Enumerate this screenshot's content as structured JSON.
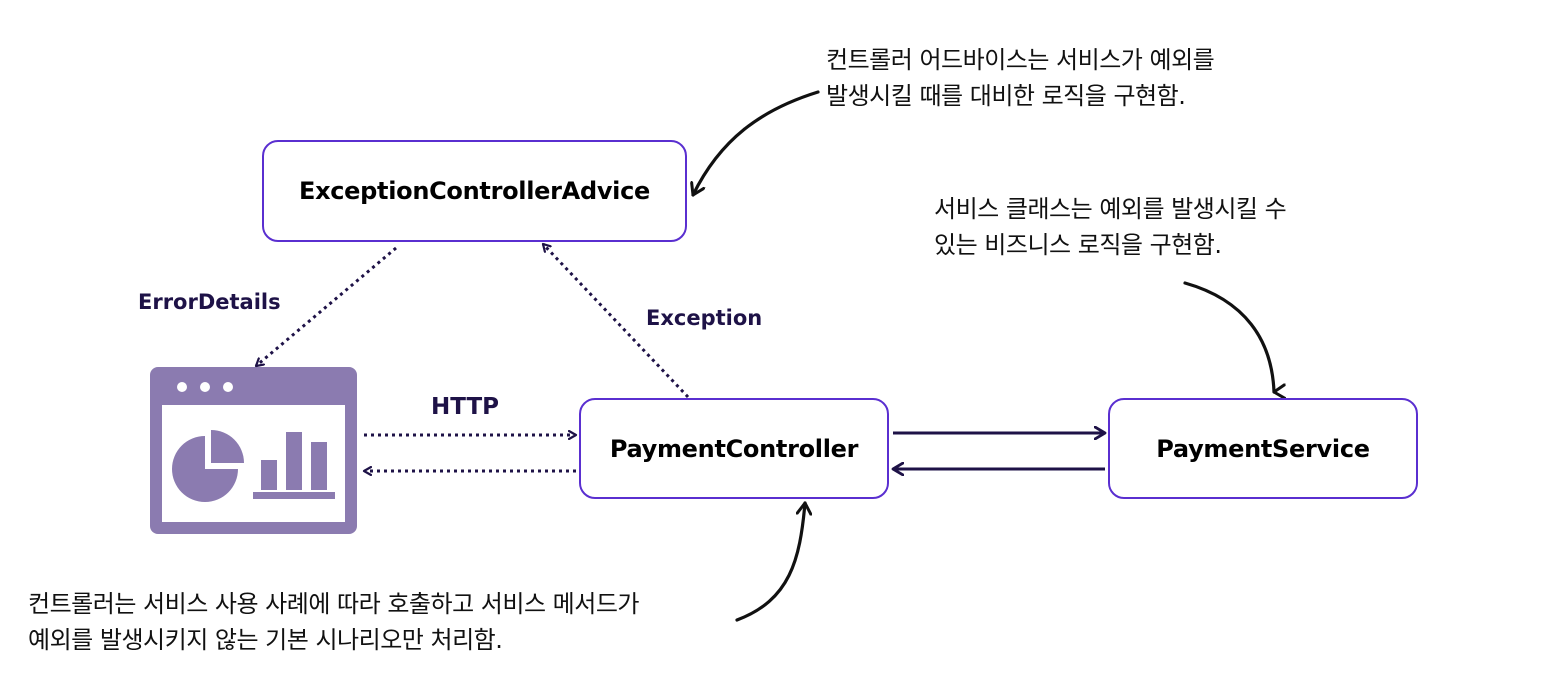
{
  "nodes": {
    "advice": "ExceptionControllerAdvice",
    "controller": "PaymentController",
    "service": "PaymentService"
  },
  "edges": {
    "error_details": "ErrorDetails",
    "exception": "Exception",
    "http": "HTTP"
  },
  "notes": {
    "advice": [
      "컨트롤러 어드바이스는 서비스가 예외를",
      "발생시킬 때를 대비한 로직을 구현함."
    ],
    "service": [
      "서비스 클래스는 예외를 발생시킬 수",
      "있는 비즈니스 로직을 구현함."
    ],
    "controller": [
      "컨트롤러는 서비스 사용 사례에 따라 호출하고 서비스 메서드가",
      "예외를 발생시키지 않는 기본 시나리오만 처리함."
    ]
  },
  "client_icon": "browser-dashboard-icon",
  "colors": {
    "box_border": "#5a2fd0",
    "icon_fill": "#8b7bb0",
    "arrow": "#1e1247",
    "label": "#1e1247"
  }
}
